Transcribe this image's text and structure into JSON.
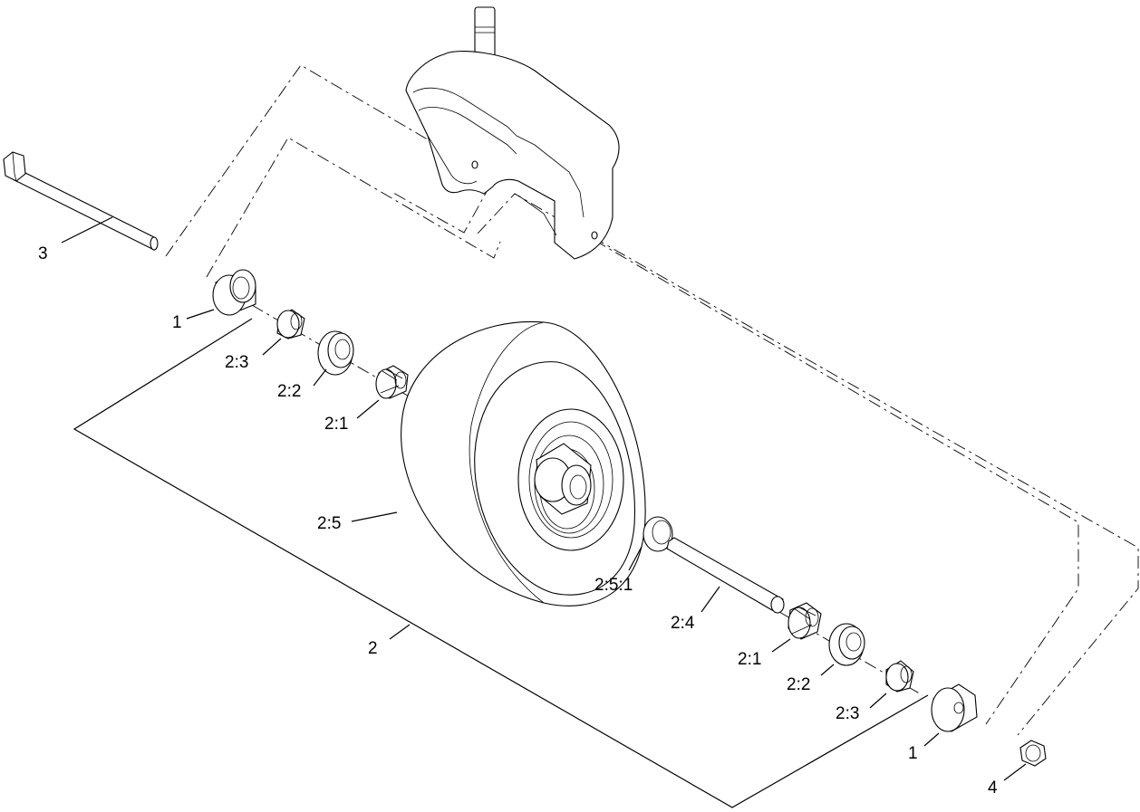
{
  "callouts": {
    "part_1_left": "1",
    "part_1_right": "1",
    "part_2": "2",
    "part_2_1_left": "2:1",
    "part_2_1_right": "2:1",
    "part_2_2_left": "2:2",
    "part_2_2_right": "2:2",
    "part_2_3_left": "2:3",
    "part_2_3_right": "2:3",
    "part_2_4": "2:4",
    "part_2_5": "2:5",
    "part_2_5_1": "2:5:1",
    "part_3": "3",
    "part_4": "4"
  }
}
